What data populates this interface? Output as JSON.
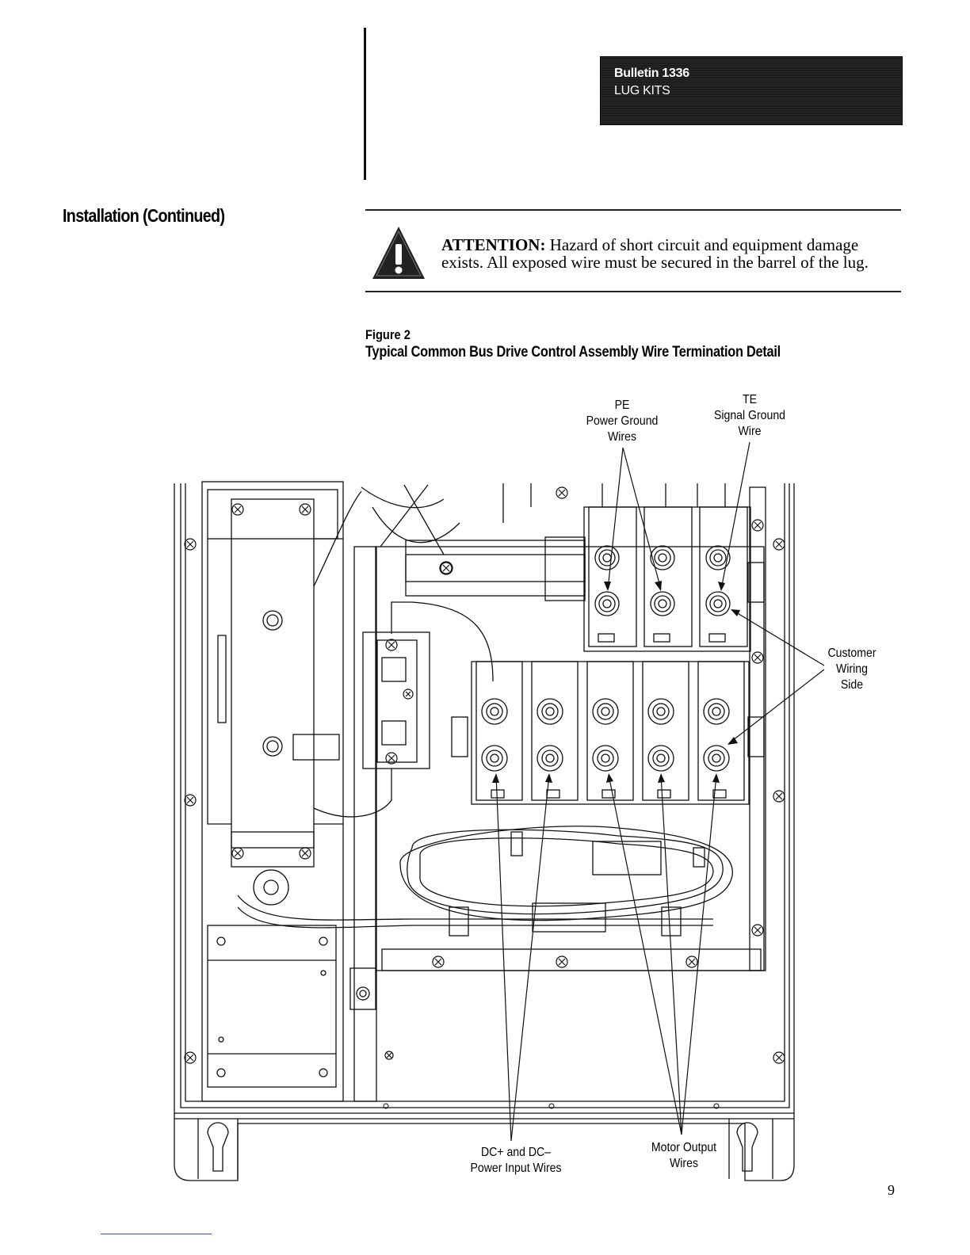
{
  "header": {
    "badge_line1": "Bulletin 1336",
    "badge_line2": "LUG KITS"
  },
  "section_title": "Installation (Continued)",
  "attention": {
    "label": "ATTENTION:",
    "text": " Hazard of short circuit and equipment damage exists. All exposed wire must be secured in the barrel of the lug."
  },
  "figure": {
    "number": "Figure 2",
    "title": "Typical Common Bus Drive Control Assembly Wire Termination Detail",
    "callouts": {
      "pe": [
        "PE",
        "Power Ground",
        "Wires"
      ],
      "te": [
        "TE",
        "Signal Ground",
        "Wire"
      ],
      "customer": [
        "Customer",
        "Wiring",
        "Side"
      ],
      "dc": [
        "DC+ and DC–",
        "Power Input Wires"
      ],
      "motor": [
        "Motor Output",
        "Wires"
      ]
    }
  },
  "page_number": "9"
}
